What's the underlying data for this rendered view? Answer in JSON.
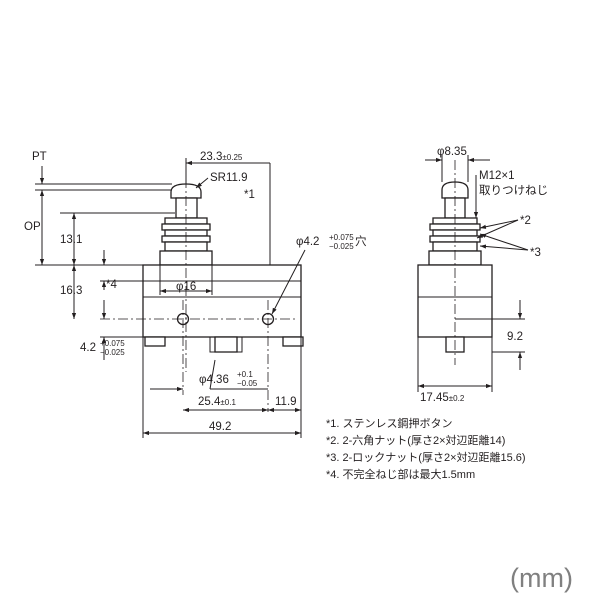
{
  "front_view": {
    "pt": "PT",
    "op": "OP",
    "dim_top_width": "23.3",
    "dim_top_width_tol": "±0.25",
    "sr": "SR11.9",
    "note_ref_1": "*1",
    "dim_13_1": "13.1",
    "dim_16_3": "16.3",
    "note_ref_4": "*4",
    "phi16": "φ16",
    "hole_phi": "φ4.2",
    "hole_tol_plus": "+0.075",
    "hole_tol_minus": "−0.025",
    "hole_suffix": "穴",
    "dim_4_2": "4.2",
    "dim_4_2_tol_plus": "+0.075",
    "dim_4_2_tol_minus": "−0.025",
    "dim_phi436": "φ4.36",
    "dim_phi436_tol_plus": "+0.1",
    "dim_phi436_tol_minus": "−0.05",
    "dim_25_4": "25.4",
    "dim_25_4_tol": "±0.1",
    "dim_11_9": "11.9",
    "dim_49_2": "49.2"
  },
  "side_view": {
    "phi835": "φ8.35",
    "thread": "M12×1",
    "thread_note": "取りつけねじ",
    "note_ref_2": "*2",
    "note_ref_3": "*3",
    "dim_9_2": "9.2",
    "dim_17_45": "17.45",
    "dim_17_45_tol": "±0.2"
  },
  "notes": [
    "*1. ステンレス鋼押ボタン",
    "*2. 2-六角ナット(厚さ2×対辺距離14)",
    "*3. 2-ロックナット(厚さ2×対辺距離15.6)",
    "*4. 不完全ねじ部は最大1.5mm"
  ],
  "unit_label": "(mm)"
}
